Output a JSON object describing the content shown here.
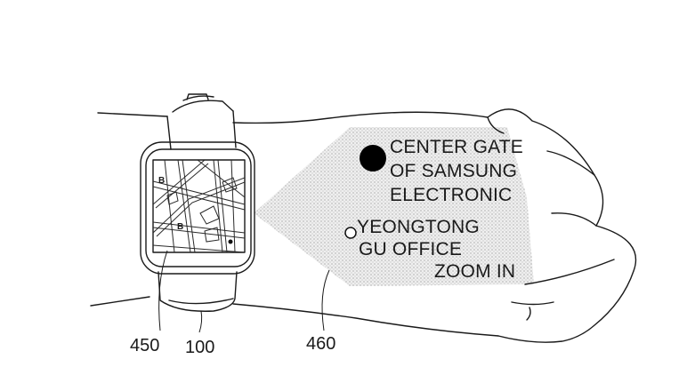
{
  "projection": {
    "location_1": {
      "lines": [
        "CENTER GATE",
        "OF SAMSUNG",
        "ELECTRONIC"
      ],
      "marker": "filled-circle"
    },
    "location_2": {
      "lines": [
        "YEONGTONG",
        "GU OFFICE"
      ],
      "marker": "hollow-circle"
    },
    "command": "ZOOM IN"
  },
  "watch_map": {
    "marker_labels": [
      "B",
      "B"
    ]
  },
  "reference_numerals": {
    "map_screen": "450",
    "watch": "100",
    "projection_area": "460"
  }
}
